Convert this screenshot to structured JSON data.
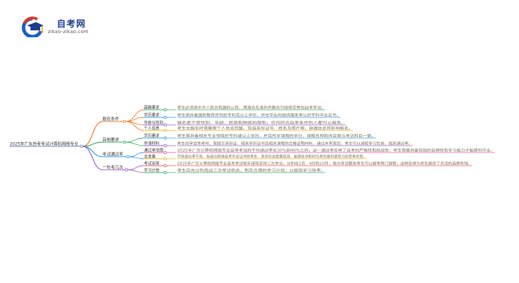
{
  "logo": {
    "name": "自考网",
    "url": "zikao-zikao.com",
    "icon": "graduation-cap-icon",
    "colors": {
      "blue": "#1d5fbf",
      "red": "#d93b2b",
      "orange": "#f29a1f"
    }
  },
  "mindmap": {
    "root": "2025年广东自考考试计算机网络专业",
    "branches": [
      {
        "label": "报名条件",
        "color": "#f07a2a",
        "children": [
          {
            "label": "国籍要求",
            "color": "#3aaa5f",
            "text": "考生必须是中华人民共和国的公民，港澳台及海外侨胞也可按规定参加自考考试。"
          },
          {
            "label": "学历要求",
            "color": "#2f9be0",
            "text": "考生需具备国民教育序列的专科及以上学历，并在毕业时提供国家承认的专科毕业证书。"
          },
          {
            "label": "年龄与性别",
            "color": "#9a5bd0",
            "text": "报名者不受性别、年龄、民族和种族的限制，任何符合自考条件的人都可以报名。"
          },
          {
            "label": "个人信息",
            "color": "#e3b52b",
            "text": "考生在报名时需确保个人信息完整，包括身份证号、姓名及照片等，缺漏信息将影响报名。"
          }
        ]
      },
      {
        "label": "其他要求",
        "color": "#3aaa5f",
        "children": [
          {
            "label": "学历要求",
            "color": "#2f9be0",
            "text": "考生需具备相关专业领域的专科或以上学历，并且所学课程的学分、课程名称和内容需与考试科目一致。"
          },
          {
            "label": "申请材料",
            "color": "#9a5bd0",
            "text": "考生在申请免考时，需提交身份证、相关学历证书及相关课程的合格证明材料，通过本考查后，考生可以减轻学习负担，提高通过率。"
          }
        ]
      },
      {
        "label": "考试通过率",
        "color": "#2f9be0",
        "children": [
          {
            "label": "通过率范围",
            "color": "#e05aa0",
            "text": "2025年广东计算机网络专业自考考试的平均通过率在30%到40%之间，这一通过率反映了自考的严格性和挑战性，考生需要具备较强的自律性和学习能力才能顺利毕业。"
          },
          {
            "label": "含金量",
            "color": "#e3b52b",
            "text": "尽管通过率不高，但成功获得自考毕业证书的考生，其学历含金量较高，能够在求职时为考生提供更有力的竞争优势。"
          }
        ]
      },
      {
        "label": "一年考几次",
        "color": "#9a5bd0",
        "children": [
          {
            "label": "考试安排",
            "color": "#e05a5a",
            "text": "2025年广东计算机网络专业自考考试每年通常安排三次考试，分别在1月、4月和10月，每次考试都是考生可以报考两门课程，这种安排为考生提供了灵活的选择余地。"
          },
          {
            "label": "学习计划",
            "color": "#3aaa5f",
            "text": "考生应充分利用这三次考试机会，制定合理的学习计划，以提高学习效率。"
          }
        ]
      }
    ]
  }
}
